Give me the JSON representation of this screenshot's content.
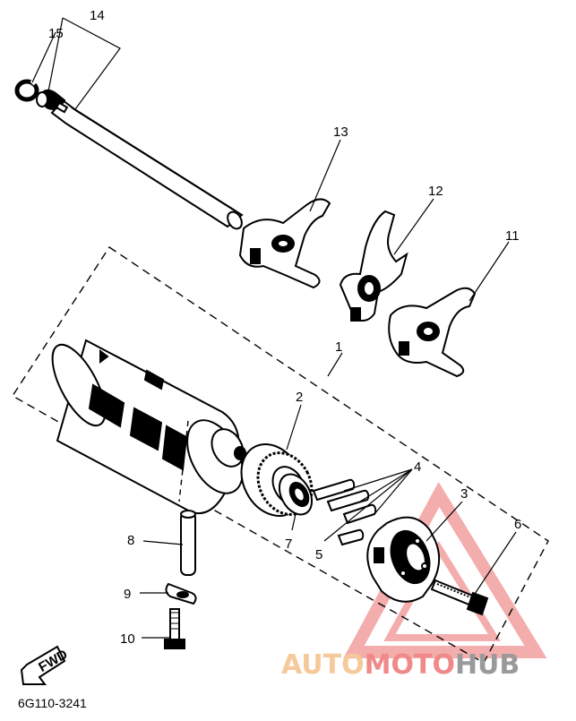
{
  "callouts": [
    "1",
    "2",
    "3",
    "4",
    "5",
    "6",
    "7",
    "8",
    "9",
    "10",
    "11",
    "12",
    "13",
    "14",
    "15"
  ],
  "fwd_label": "FWD",
  "drawing_code": "6G110-3241",
  "watermark": {
    "part1": "AUTO",
    "part2": "MOTO",
    "part3": "HUB",
    "color_auto": "#f5c99a",
    "color_moto": "#f08a8a",
    "color_hub": "#9a9a9a"
  },
  "colors": {
    "line": "#000000",
    "background": "#ffffff",
    "watermark_triangle": "#e84c4c"
  }
}
